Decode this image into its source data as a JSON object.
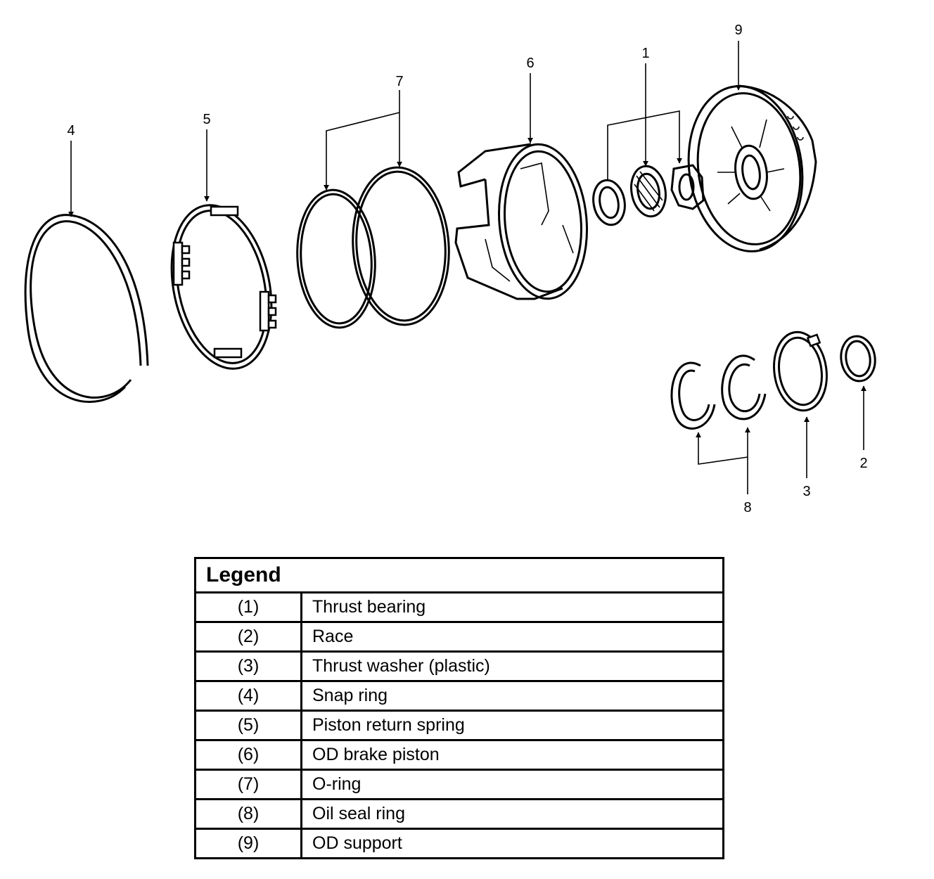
{
  "callouts": [
    "1",
    "2",
    "3",
    "4",
    "5",
    "6",
    "7",
    "8",
    "9"
  ],
  "legend": {
    "title": "Legend",
    "rows": [
      {
        "num": "(1)",
        "desc": "Thrust bearing"
      },
      {
        "num": "(2)",
        "desc": "Race"
      },
      {
        "num": "(3)",
        "desc": "Thrust washer (plastic)"
      },
      {
        "num": "(4)",
        "desc": "Snap ring"
      },
      {
        "num": "(5)",
        "desc": "Piston return spring"
      },
      {
        "num": "(6)",
        "desc": "OD brake piston"
      },
      {
        "num": "(7)",
        "desc": "O-ring"
      },
      {
        "num": "(8)",
        "desc": "Oil seal ring"
      },
      {
        "num": "(9)",
        "desc": "OD support"
      }
    ]
  }
}
